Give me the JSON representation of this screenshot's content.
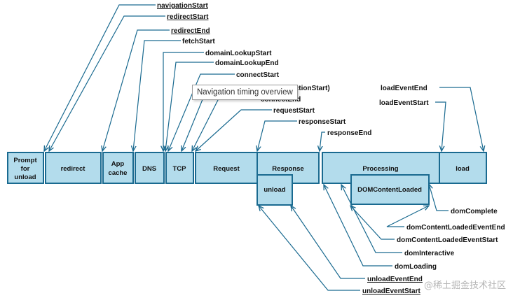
{
  "labels": [
    {
      "text": "navigationStart",
      "underline": true
    },
    {
      "text": "redirectStart",
      "underline": true
    },
    {
      "text": "redirectEnd",
      "underline": true
    },
    {
      "text": "fetchStart",
      "underline": false
    },
    {
      "text": "domainLookupStart",
      "underline": false
    },
    {
      "text": "domainLookupEnd",
      "underline": false
    },
    {
      "text": "connectStart",
      "underline": false
    },
    {
      "text": "(secureConnectionStart)",
      "underline": false
    },
    {
      "text": "connectEnd",
      "underline": false
    },
    {
      "text": "requestStart",
      "underline": false
    },
    {
      "text": "responseStart",
      "underline": false
    },
    {
      "text": "responseEnd",
      "underline": false
    },
    {
      "text": "loadEventEnd",
      "underline": false
    },
    {
      "text": "loadEventStart",
      "underline": false
    },
    {
      "text": "domComplete",
      "underline": false
    },
    {
      "text": "domContentLoadedEventEnd",
      "underline": false
    },
    {
      "text": "domContentLoadedEventStart",
      "underline": false
    },
    {
      "text": "domInteractive",
      "underline": false
    },
    {
      "text": "domLoading",
      "underline": false
    },
    {
      "text": "unloadEventEnd",
      "underline": true
    },
    {
      "text": "unloadEventStart",
      "underline": true
    }
  ],
  "phases": [
    {
      "lines": [
        "Prompt",
        "for",
        "unload"
      ]
    },
    {
      "lines": [
        "redirect"
      ]
    },
    {
      "lines": [
        "App",
        "cache"
      ]
    },
    {
      "lines": [
        "DNS"
      ]
    },
    {
      "lines": [
        "TCP"
      ]
    },
    {
      "lines": [
        "Request"
      ]
    },
    {
      "lines": [
        "Response"
      ]
    },
    {
      "lines": [
        "Processing"
      ]
    },
    {
      "lines": [
        "load"
      ]
    },
    {
      "lines": [
        "unload"
      ]
    },
    {
      "lines": [
        "DOMContentLoaded"
      ]
    }
  ],
  "tooltip": {
    "text": "Navigation timing overview"
  },
  "watermark": {
    "text": "@稀土掘金技术社区"
  },
  "colors": {
    "box_fill": "#b3dcec",
    "box_stroke": "#1a6a90",
    "arrow": "#1a6a90"
  }
}
